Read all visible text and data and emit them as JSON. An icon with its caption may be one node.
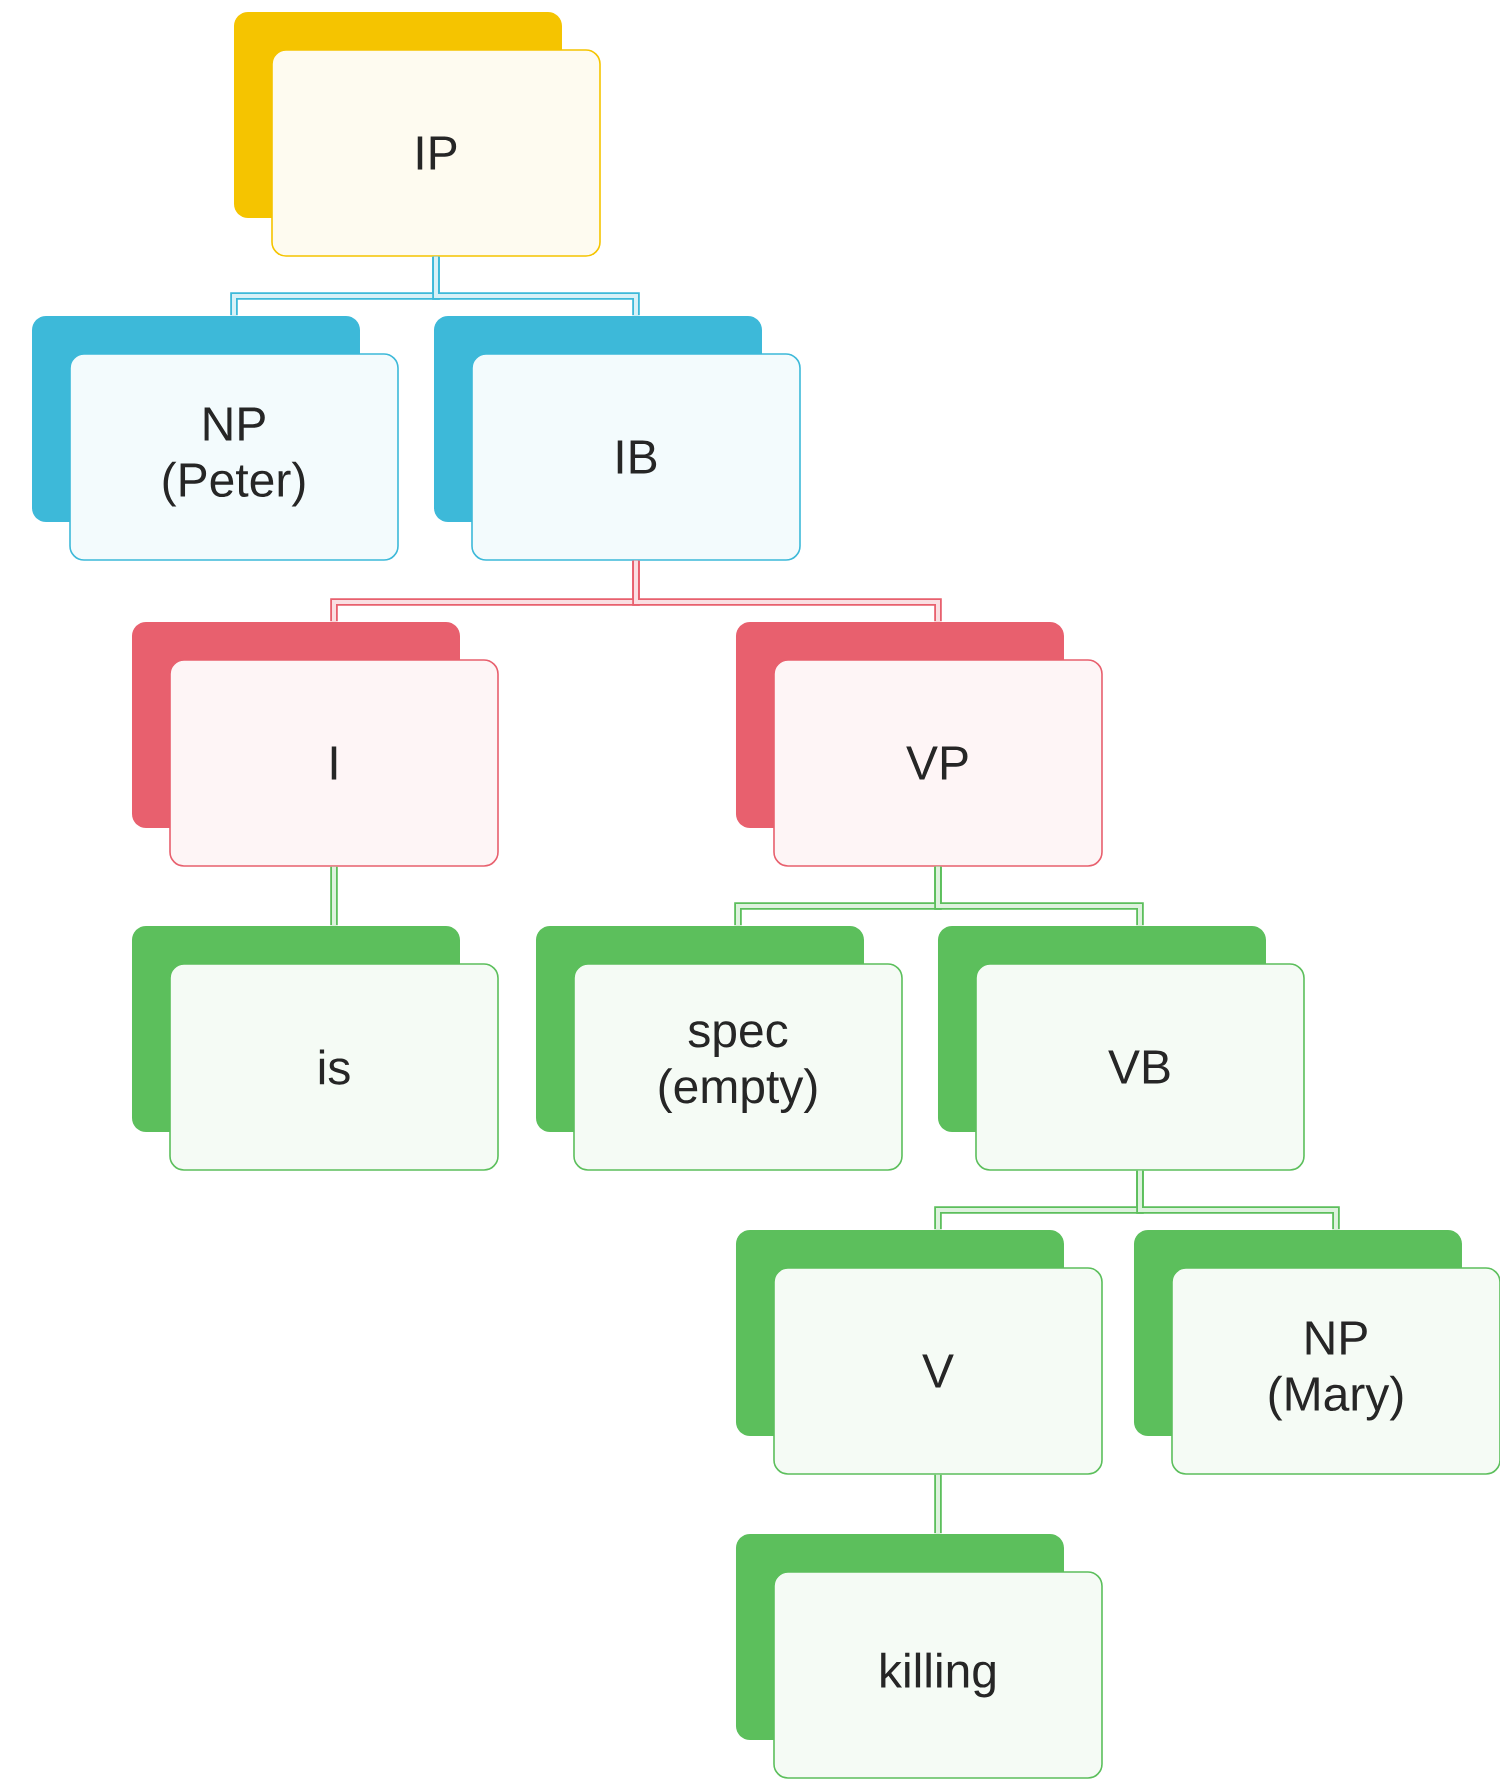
{
  "diagram": {
    "nodes": [
      {
        "text": [
          "IP"
        ]
      },
      {
        "text": [
          "NP (Peter)"
        ]
      },
      {
        "text": [
          "IB"
        ]
      },
      {
        "text": [
          "I"
        ]
      },
      {
        "text": [
          "VP"
        ]
      },
      {
        "text": [
          "is"
        ]
      },
      {
        "text": [
          "spec (empty)"
        ]
      },
      {
        "text": [
          "VB"
        ]
      },
      {
        "text": [
          "V"
        ]
      },
      {
        "text": [
          "NP (Mary)"
        ]
      },
      {
        "text": [
          "killing"
        ]
      }
    ],
    "edges": [
      {
        "from": 0,
        "to": 1,
        "arrow": "none",
        "color": "#3db9d9"
      },
      {
        "from": 0,
        "to": 2,
        "arrow": "none",
        "color": "#3db9d9"
      },
      {
        "from": 2,
        "to": 3,
        "arrow": "none",
        "color": "#e8606e"
      },
      {
        "from": 2,
        "to": 4,
        "arrow": "none",
        "color": "#e8606e"
      },
      {
        "from": 3,
        "to": 5,
        "arrow": "none"
      },
      {
        "from": 4,
        "to": 6,
        "arrow": "none"
      },
      {
        "from": 4,
        "to": 7,
        "arrow": "none"
      },
      {
        "from": 7,
        "to": 8,
        "arrow": "none"
      },
      {
        "from": 7,
        "to": 9,
        "arrow": "none"
      },
      {
        "from": 8,
        "to": 10,
        "arrow": "none"
      }
    ]
  }
}
